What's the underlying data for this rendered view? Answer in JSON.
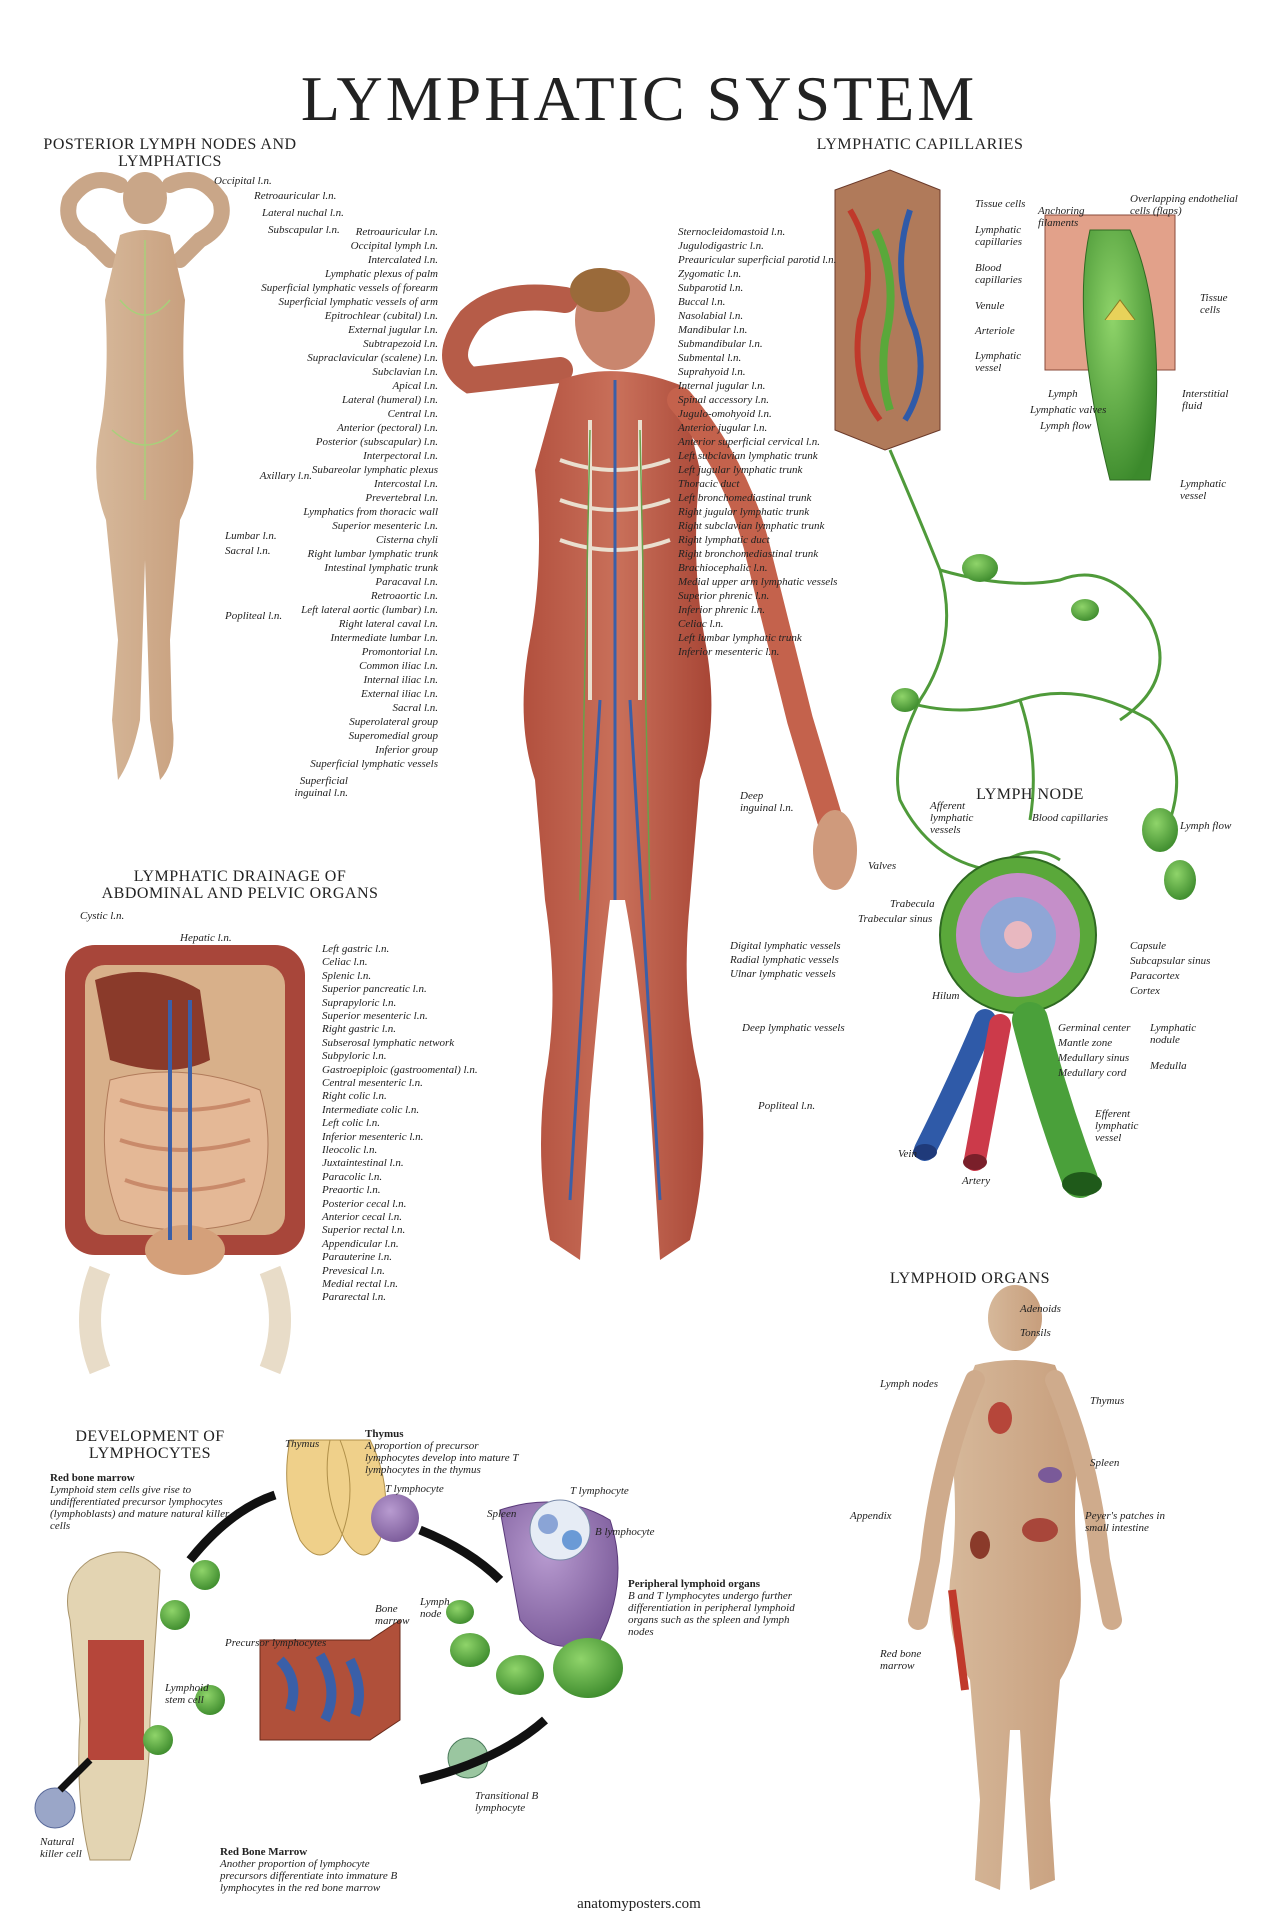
{
  "title": "LYMPHATIC SYSTEM",
  "sections": {
    "posterior": "POSTERIOR LYMPH NODES AND LYMPHATICS",
    "capillaries": "LYMPHATIC CAPILLARIES",
    "lymph_node": "LYMPH NODE",
    "drainage": "LYMPHATIC DRAINAGE OF ABDOMINAL AND PELVIC ORGANS",
    "development": "DEVELOPMENT OF LYMPHOCYTES",
    "lymphoid": "LYMPHOID ORGANS"
  },
  "posterior_labels": [
    "Occipital l.n.",
    "Retroauricular l.n.",
    "Lateral nuchal l.n.",
    "Subscapular l.n.",
    "Lumbar l.n.",
    "Sacral l.n.",
    "Popliteal l.n."
  ],
  "central_left_labels": [
    "Retroauricular l.n.",
    "Occipital lymph l.n.",
    "Intercalated l.n.",
    "Lymphatic plexus of palm",
    "Superficial lymphatic vessels of forearm",
    "Superficial lymphatic vessels of arm",
    "Epitrochlear (cubital) l.n.",
    "External jugular l.n.",
    "Subtrapezoid l.n.",
    "Supraclavicular (scalene) l.n.",
    "Subclavian l.n.",
    "Apical l.n.",
    "Lateral (humeral) l.n.",
    "Central l.n.",
    "Anterior (pectoral) l.n.",
    "Posterior (subscapular) l.n.",
    "Interpectoral l.n.",
    "Subareolar lymphatic plexus",
    "Intercostal l.n.",
    "Prevertebral l.n.",
    "Lymphatics from thoracic wall",
    "Superior mesenteric l.n.",
    "Cisterna chyli",
    "Right lumbar lymphatic trunk",
    "Intestinal lymphatic trunk",
    "Paracaval l.n.",
    "Retroaortic l.n.",
    "Left lateral aortic (lumbar) l.n.",
    "Right lateral caval l.n.",
    "Intermediate lumbar l.n.",
    "Promontorial l.n.",
    "Common iliac l.n.",
    "Internal iliac l.n.",
    "External iliac l.n.",
    "Sacral l.n.",
    "Superolateral group",
    "Superomedial group",
    "Inferior group",
    "Superficial lymphatic vessels"
  ],
  "axillary_label": "Axillary l.n.",
  "superficial_inguinal_label": "Superficial inguinal l.n.",
  "central_right_labels": [
    "Sternocleidomastoid l.n.",
    "Jugulodigastric l.n.",
    "Preauricular superficial parotid l.n.",
    "Zygomatic l.n.",
    "Subparotid l.n.",
    "Buccal l.n.",
    "Nasolabial l.n.",
    "Mandibular l.n.",
    "Submandibular l.n.",
    "Submental l.n.",
    "Suprahyoid l.n.",
    "Internal jugular l.n.",
    "Spinal accessory l.n.",
    "Jugulo-omohyoid l.n.",
    "Anterior jugular l.n.",
    "Anterior superficial cervical l.n.",
    "Left subclavian lymphatic trunk",
    "Left jugular lymphatic trunk",
    "Thoracic duct",
    "Left bronchomediastinal trunk",
    "Right jugular lymphatic trunk",
    "Right subclavian lymphatic trunk",
    "Right lymphatic duct",
    "Right bronchomediastinal trunk",
    "Brachiocephalic l.n.",
    "Medial upper arm lymphatic vessels",
    "Superior phrenic l.n.",
    "Inferior phrenic l.n.",
    "Celiac l.n.",
    "Left lumbar lymphatic trunk",
    "Inferior mesenteric l.n."
  ],
  "central_lower_labels": [
    "Deep inguinal l.n.",
    "Digital lymphatic vessels",
    "Radial lymphatic vessels",
    "Ulnar lymphatic vessels",
    "Deep lymphatic vessels",
    "Popliteal l.n."
  ],
  "capillary_labels": [
    "Tissue cells",
    "Lymphatic capillaries",
    "Blood capillaries",
    "Venule",
    "Arteriole",
    "Lymphatic vessel",
    "Anchoring filaments",
    "Overlapping endothelial cells (flaps)",
    "Tissue cells",
    "Lymph",
    "Lymphatic valves",
    "Lymph flow",
    "Interstitial fluid",
    "Lymphatic vessel"
  ],
  "node_labels": [
    "Afferent lymphatic vessels",
    "Blood capillaries",
    "Lymph flow",
    "Valves",
    "Trabecula",
    "Trabecular sinus",
    "Capsule",
    "Subcapsular sinus",
    "Paracortex",
    "Cortex",
    "Hilum",
    "Germinal center",
    "Mantle zone",
    "Medullary sinus",
    "Medullary cord",
    "Lymphatic nodule",
    "Medulla",
    "Efferent lymphatic vessel",
    "Vein",
    "Artery"
  ],
  "drainage_labels_left": [
    "Cystic l.n.",
    "Hepatic l.n."
  ],
  "drainage_labels_right": [
    "Left gastric l.n.",
    "Celiac l.n.",
    "Splenic l.n.",
    "Superior pancreatic l.n.",
    "Suprapyloric l.n.",
    "Superior mesenteric l.n.",
    "Right gastric l.n.",
    "Subserosal lymphatic network",
    "Subpyloric l.n.",
    "Gastroepiploic (gastroomental) l.n.",
    "Central mesenteric l.n.",
    "Right colic l.n.",
    "Intermediate colic l.n.",
    "Left colic l.n.",
    "Inferior mesenteric l.n.",
    "Ileocolic l.n.",
    "Juxtaintestinal l.n.",
    "Paracolic l.n.",
    "Preaortic l.n.",
    "Posterior cecal l.n.",
    "Anterior cecal l.n.",
    "Superior rectal l.n.",
    "Appendicular l.n.",
    "Parauterine l.n.",
    "Prevesical l.n.",
    "Medial rectal l.n.",
    "Pararectal l.n."
  ],
  "lymphoid_labels": [
    "Adenoids",
    "Tonsils",
    "Lymph nodes",
    "Thymus",
    "Spleen",
    "Appendix",
    "Peyer's patches in small intestine",
    "Red bone marrow"
  ],
  "development": {
    "red_bone_marrow_title": "Red bone marrow",
    "red_bone_marrow_text": "Lymphoid stem cells give rise to undifferentiated precursor lymphocytes (lymphoblasts) and mature natural killer cells",
    "thymus_caption": "Thymus",
    "thymus_title": "Thymus",
    "thymus_text": "A proportion of precursor lymphocytes develop into mature T lymphocytes in the thymus",
    "t_lymphocyte_1": "T lymphocyte",
    "t_lymphocyte_2": "T lymphocyte",
    "b_lymphocyte": "B lymphocyte",
    "spleen": "Spleen",
    "lymph_node": "Lymph node",
    "precursor": "Precursor lymphocytes",
    "stem_cell": "Lymphoid stem cell",
    "bone_marrow": "Bone marrow",
    "nk_cell": "Natural killer cell",
    "transitional": "Transitional B lymphocyte",
    "peripheral_title": "Peripheral lymphoid organs",
    "peripheral_text": "B and T lymphocytes undergo further differentiation in peripheral lymphoid organs such as the spleen and lymph nodes",
    "marrow_title": "Red Bone Marrow",
    "marrow_text": "Another proportion of lymphocyte precursors differentiate into immature B lymphocytes in the red bone marrow"
  },
  "footer": "anatomyposters.com"
}
